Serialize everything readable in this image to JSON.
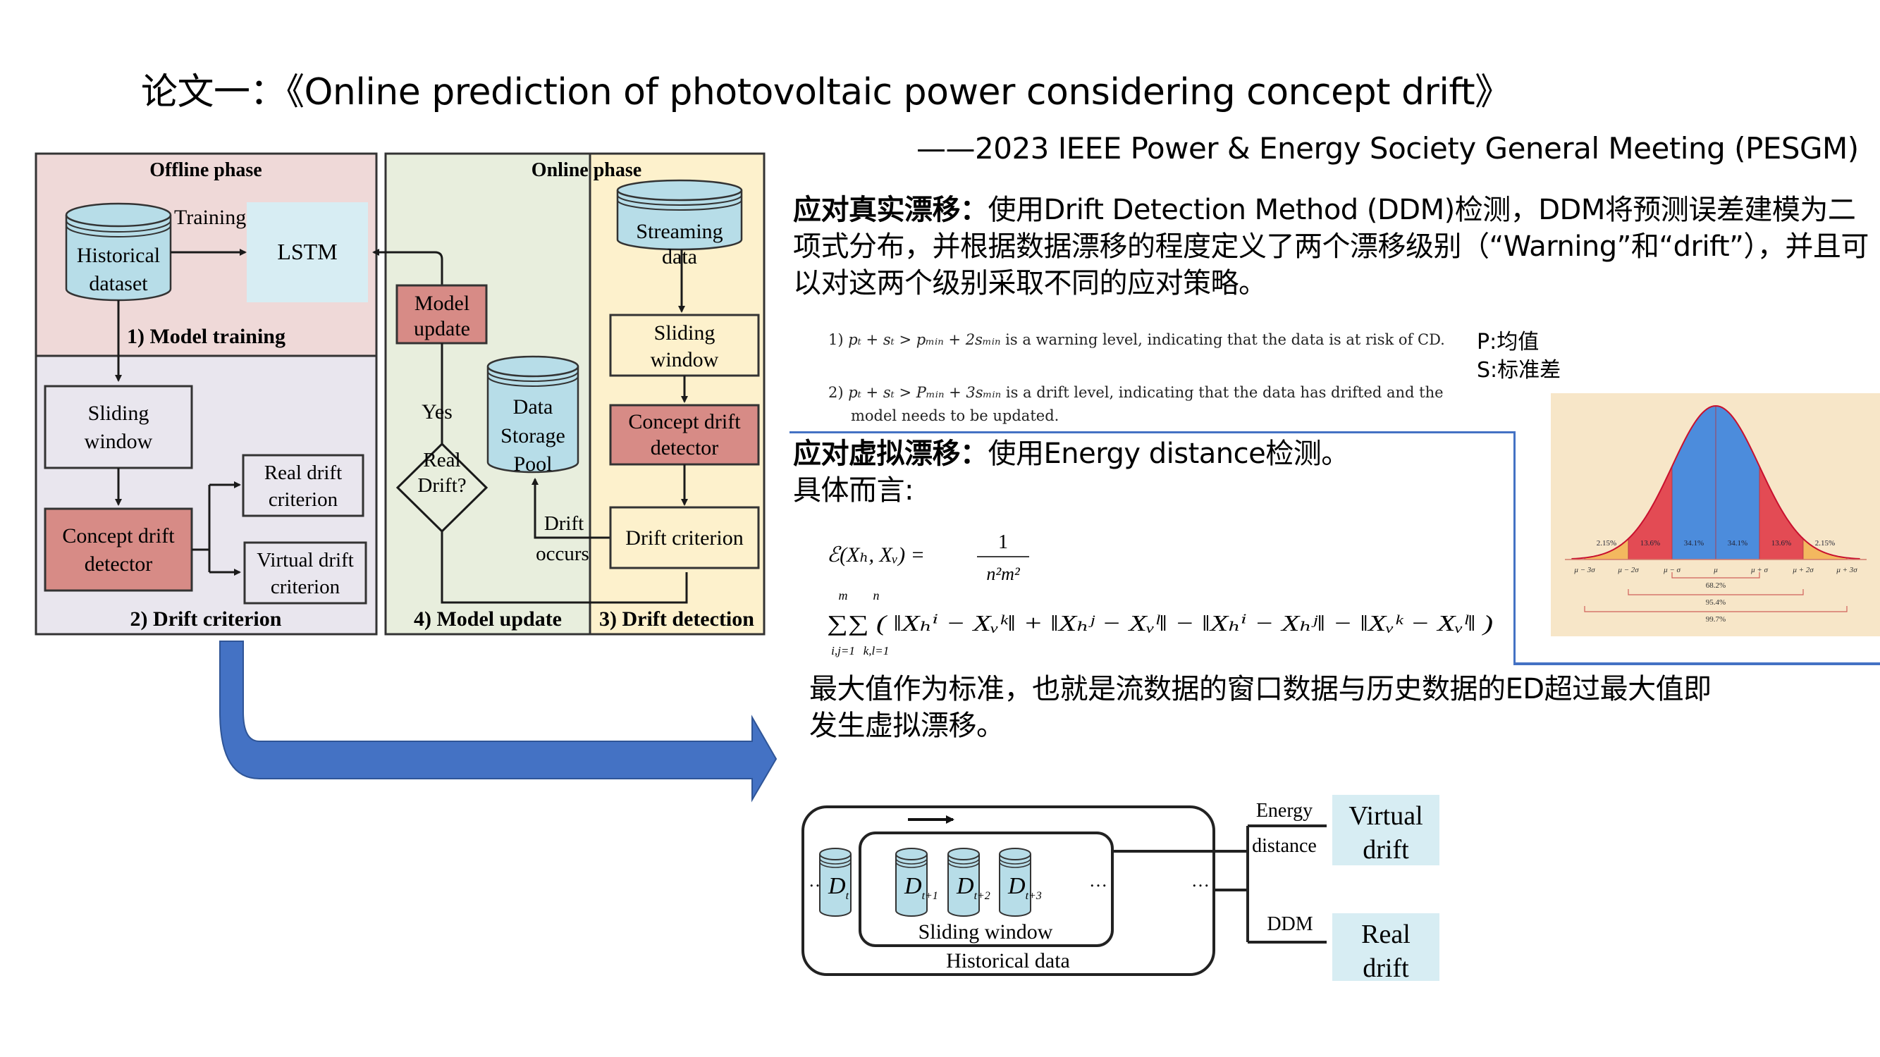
{
  "header": {
    "title": "论文一：《Online prediction of photovoltaic power considering concept drift》",
    "subtitle": "——2023 IEEE Power & Energy Society General Meeting (PESGM)"
  },
  "real_drift": {
    "heading": "应对真实漂移：",
    "body": "使用Drift Detection Method (DDM)检测，DDM将预测误差建模为二项式分布，并根据数据漂移的程度定义了两个漂移级别（“Warning”和“drift”），并且可以对这两个级别采取不同的应对策略。",
    "rules": [
      {
        "num": "1)",
        "formula": "pₜ + sₜ > pₘᵢₙ + 2sₘᵢₙ",
        "text": "is a warning level, indicating that the data is at risk of CD."
      },
      {
        "num": "2)",
        "formula": "pₜ + sₜ > Pₘᵢₙ + 3sₘᵢₙ",
        "text": "is a drift level, indicating that the data has drifted and the",
        "text_cont": "model needs to be updated."
      }
    ],
    "legend": [
      "P:均值",
      "S:标准差"
    ]
  },
  "virtual_drift": {
    "heading": "应对虚拟漂移：",
    "body": "使用Energy distance检测。",
    "line2": "具体而言:",
    "formula_lhs": "ℰ(Xₕ, Xᵥ) =",
    "formula_num": "1",
    "formula_den": "n²m²",
    "formula_sum": "∑∑ ( ‖Xₕⁱ − Xᵥᵏ‖ + ‖Xₕʲ − Xᵥˡ‖ − ‖Xₕⁱ − Xₕʲ‖ − ‖Xᵥᵏ − Xᵥˡ‖ )",
    "sum_upper": [
      "m",
      "n"
    ],
    "sum_lower": [
      "i,j=1",
      "k,l=1"
    ],
    "conclusion": "最大值作为标准，也就是流数据的窗口数据与历史数据的ED超过最大值即发生虚拟漂移。"
  },
  "flow_diagram": {
    "offline_title": "Offline phase",
    "online_title": "Online phase",
    "historical_dataset": [
      "Historical",
      "dataset"
    ],
    "training_label": "Training",
    "lstm": "LSTM",
    "model_training": "1) Model training",
    "sliding_window": [
      "Sliding",
      "window"
    ],
    "concept_drift_detector": [
      "Concept drift",
      "detector"
    ],
    "real_drift_criterion": [
      "Real drift",
      "criterion"
    ],
    "virtual_drift_criterion": [
      "Virtual drift",
      "criterion"
    ],
    "drift_criterion_section": "2) Drift criterion",
    "model_update_box": [
      "Model",
      "update"
    ],
    "yes_label": "Yes",
    "real_drift_decision": [
      "Real",
      "Drift?"
    ],
    "data_storage_pool": [
      "Data",
      "Storage",
      "Pool"
    ],
    "drift_occurs": [
      "Drift",
      "occurs"
    ],
    "streaming_data": [
      "Streaming",
      "data"
    ],
    "online_sliding_window": [
      "Sliding",
      "window"
    ],
    "online_concept_drift_detector": [
      "Concept drift",
      "detector"
    ],
    "drift_criterion_box": "Drift criterion",
    "model_update_section": "4) Model update",
    "drift_detection_section": "3) Drift detection"
  },
  "window_diagram": {
    "ellipsis": "…",
    "d_t": "D",
    "d_t_sub": "t",
    "d_t1_sub": "t+1",
    "d_t2_sub": "t+2",
    "d_t3_sub": "t+3",
    "sliding_window": "Sliding window",
    "historical_data": "Historical data",
    "energy_distance": [
      "Energy",
      "distance"
    ],
    "ddm": "DDM",
    "virtual_drift": [
      "Virtual",
      "drift"
    ],
    "real_drift": [
      "Real",
      "drift"
    ]
  },
  "chart_data": {
    "type": "area",
    "title": "Normal distribution (68-95-99.7 rule)",
    "x_ticks": [
      "μ − 3σ",
      "μ − 2σ",
      "μ − σ",
      "μ",
      "μ + σ",
      "μ + 2σ",
      "μ + 3σ"
    ],
    "x_range_sigma": [
      -3.3,
      3.3
    ],
    "segments": [
      {
        "from": -3,
        "to": -2,
        "value": 2.15,
        "label": "2.15%",
        "color": "#f3b14d"
      },
      {
        "from": -2,
        "to": -1,
        "value": 13.6,
        "label": "13.6%",
        "color": "#e03040"
      },
      {
        "from": -1,
        "to": 0,
        "value": 34.1,
        "label": "34.1%",
        "color": "#2f7de0"
      },
      {
        "from": 0,
        "to": 1,
        "value": 34.1,
        "label": "34.1%",
        "color": "#2f7de0"
      },
      {
        "from": 1,
        "to": 2,
        "value": 13.6,
        "label": "13.6%",
        "color": "#e03040"
      },
      {
        "from": 2,
        "to": 3,
        "value": 2.15,
        "label": "2.15%",
        "color": "#f3b14d"
      }
    ],
    "brackets": [
      {
        "sigma": 1,
        "label": "68.2%"
      },
      {
        "sigma": 2,
        "label": "95.4%"
      },
      {
        "sigma": 3,
        "label": "99.7%"
      }
    ],
    "background": "#f7e6c8"
  },
  "colors": {
    "offline_bg": "#efd9d8",
    "criterion_bg": "#e9e6ee",
    "online_bg": "#e8eedd",
    "detection_bg": "#fdf1cc",
    "cylinder": "#b7dde8",
    "lstm": "#d7edf3",
    "detector": "#d78b86",
    "arrow_blue": "#4472c4"
  }
}
